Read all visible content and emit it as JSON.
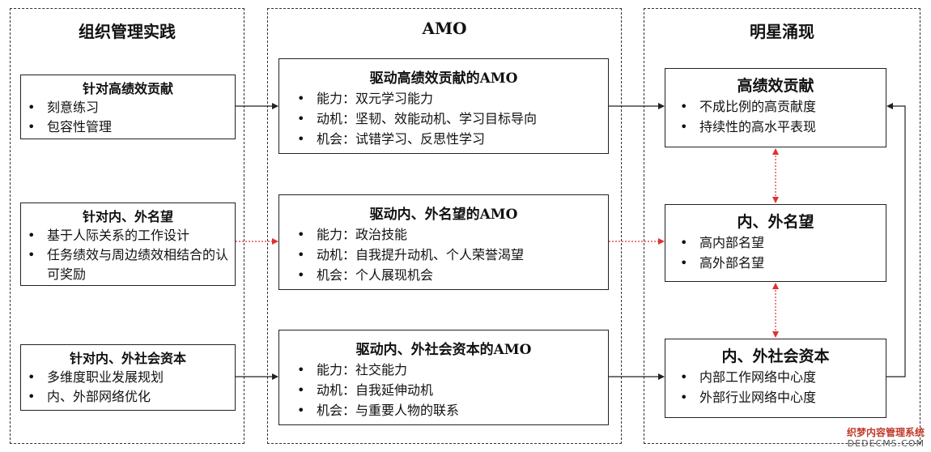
{
  "columns": {
    "left": {
      "title": "组织管理实践",
      "boxes": [
        {
          "title": "针对高绩效贡献",
          "items": [
            "刻意练习",
            "包容性管理"
          ]
        },
        {
          "title": "针对内、外名望",
          "items": [
            "基于人际关系的工作设计",
            "任务绩效与周边绩效相结合的认可奖励"
          ]
        },
        {
          "title": "针对内、外社会资本",
          "items": [
            "多维度职业发展规划",
            "内、外部网络优化"
          ]
        }
      ]
    },
    "middle": {
      "title": "AMO",
      "boxes": [
        {
          "title": "驱动高绩效贡献的AMO",
          "items": [
            "能力：双元学习能力",
            "动机：坚韧、效能动机、学习目标导向",
            "机会：试错学习、反思性学习"
          ]
        },
        {
          "title": "驱动内、外名望的AMO",
          "items": [
            "能力：政治技能",
            "动机：自我提升动机、个人荣誉渴望",
            "机会：个人展现机会"
          ]
        },
        {
          "title": "驱动内、外社会资本的AMO",
          "items": [
            "能力：社交能力",
            "动机：自我延伸动机",
            "机会：与重要人物的联系"
          ]
        }
      ]
    },
    "right": {
      "title": "明星涌现",
      "boxes": [
        {
          "title": "高绩效贡献",
          "items": [
            "不成比例的高贡献度",
            "持续性的高水平表现"
          ]
        },
        {
          "title": "内、外名望",
          "items": [
            "高内部名望",
            "高外部名望"
          ]
        },
        {
          "title": "内、外社会资本",
          "items": [
            "内部工作网络中心度",
            "外部行业网络中心度"
          ]
        }
      ]
    }
  },
  "bullet": "•",
  "colors": {
    "arrow": "#222222",
    "dotted_arrow": "#e03030"
  },
  "watermark": {
    "line1": "织梦内容管理系统",
    "line2": "DEDECMS.COM"
  }
}
